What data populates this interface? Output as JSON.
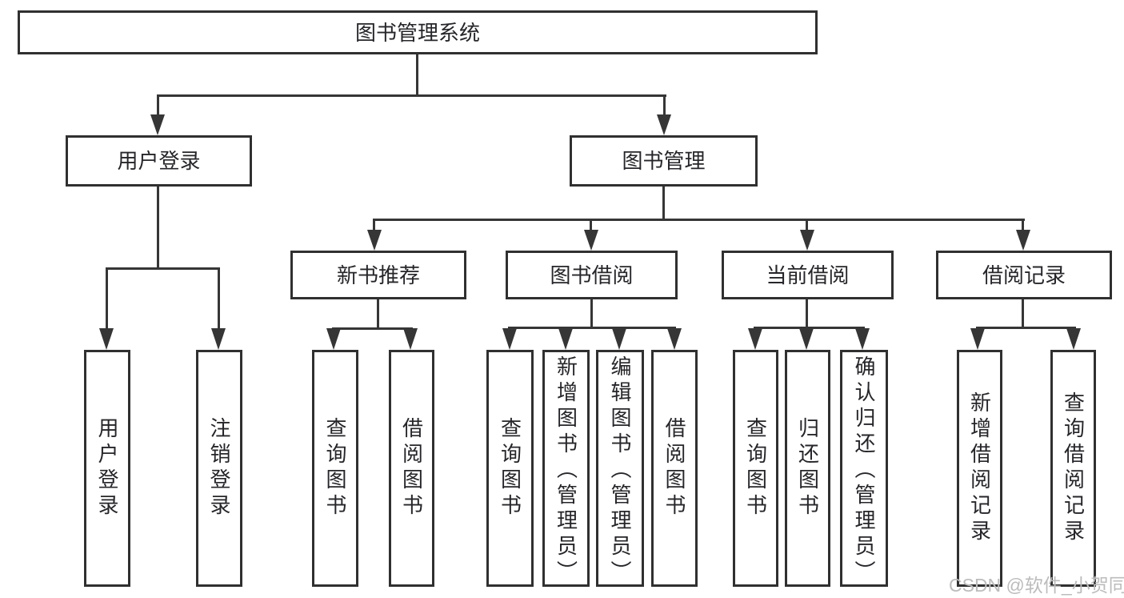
{
  "colors": {
    "line": "#363636",
    "box_border": "#303030",
    "box_fill": "#ffffff",
    "text": "#26262a",
    "watermark": "#bcbcbc",
    "page_bg": "#ffffff"
  },
  "diagram": {
    "title_node": {
      "label": "图书管理系统"
    },
    "level2": [
      {
        "label": "用户登录"
      },
      {
        "label": "图书管理"
      }
    ],
    "level3": [
      {
        "label": "新书推荐",
        "parent": "图书管理"
      },
      {
        "label": "图书借阅",
        "parent": "图书管理"
      },
      {
        "label": "当前借阅",
        "parent": "图书管理"
      },
      {
        "label": "借阅记录",
        "parent": "图书管理"
      }
    ],
    "leaves": [
      {
        "label": "用户登录",
        "parent": "用户登录"
      },
      {
        "label": "注销登录",
        "parent": "用户登录"
      },
      {
        "label": "查询图书",
        "parent": "新书推荐"
      },
      {
        "label": "借阅图书",
        "parent": "新书推荐"
      },
      {
        "label": "查询图书",
        "parent": "图书借阅"
      },
      {
        "label": "新增图书（管理员）",
        "parent": "图书借阅"
      },
      {
        "label": "编辑图书（管理员）",
        "parent": "图书借阅"
      },
      {
        "label": "借阅图书",
        "parent": "图书借阅"
      },
      {
        "label": "查询图书",
        "parent": "当前借阅"
      },
      {
        "label": "归还图书",
        "parent": "当前借阅"
      },
      {
        "label": "确认归还（管理员）",
        "parent": "当前借阅"
      },
      {
        "label": "新增借阅记录",
        "parent": "借阅记录"
      },
      {
        "label": "查询借阅记录",
        "parent": "借阅记录"
      }
    ]
  },
  "watermark": {
    "text": "CSDN @软件_小贺同学"
  }
}
